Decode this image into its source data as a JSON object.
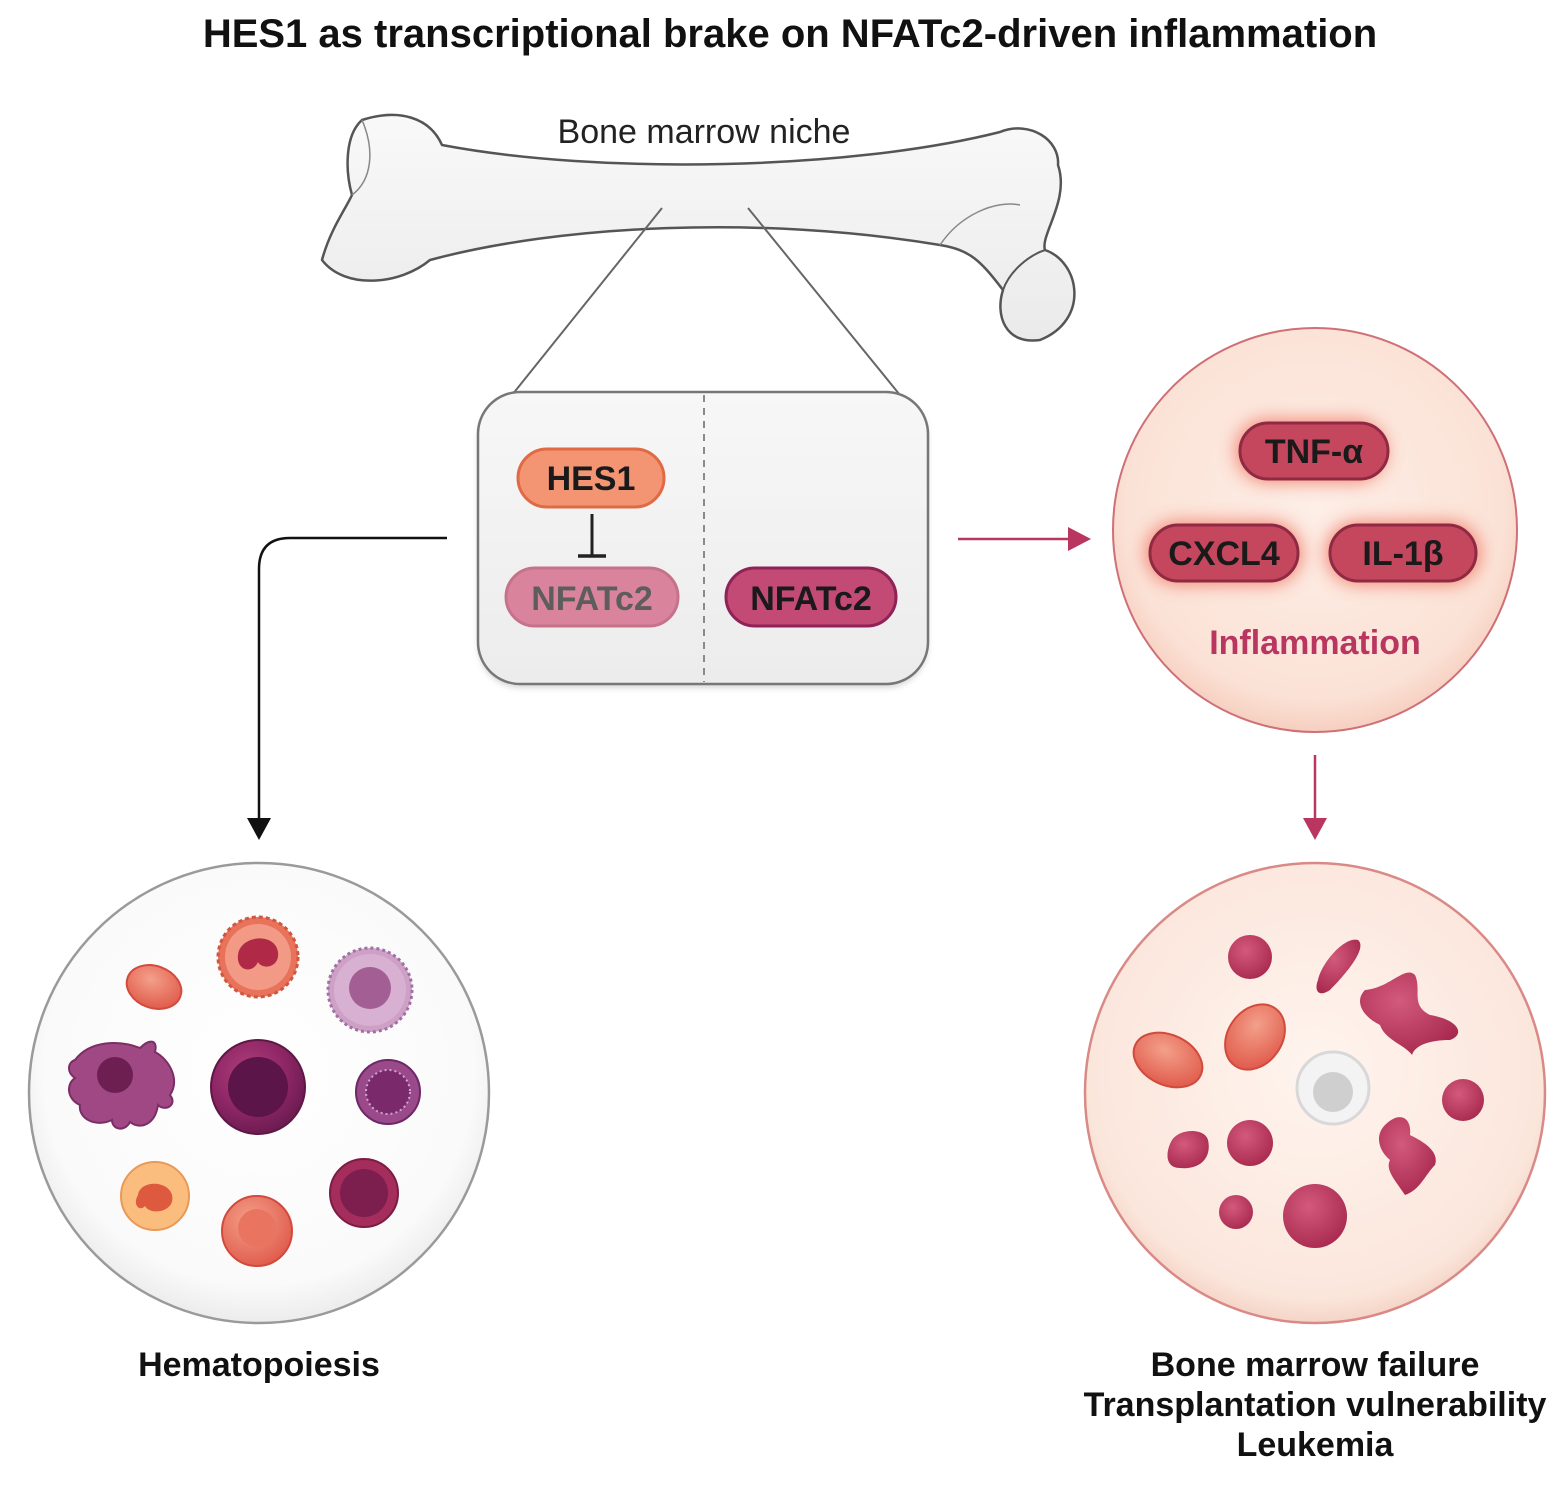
{
  "title": "HES1 as transcriptional brake on NFATc2-driven inflammation",
  "niche_label": "Bone marrow niche",
  "panel": {
    "hes1": "HES1",
    "nfatc2_repressed": "NFATc2",
    "nfatc2_active": "NFATc2"
  },
  "cytokines": {
    "tnf": "TNF-α",
    "cxcl4": "CXCL4",
    "il1b": "IL-1β"
  },
  "inflammation_label": "Inflammation",
  "hematopoiesis_label": "Hematopoiesis",
  "outcomes": [
    "Bone marrow failure",
    "Transplantation vulnerability",
    "Leukemia"
  ],
  "colors": {
    "hes1_fill": "#f39473",
    "nfatc2_faded_fill": "#d9849c",
    "nfatc2_active_fill": "#c24a74",
    "cytokine_fill": "#c5475e",
    "inflammation_text": "#b8365f",
    "arrow_black": "#111111",
    "arrow_red": "#b8365f"
  }
}
